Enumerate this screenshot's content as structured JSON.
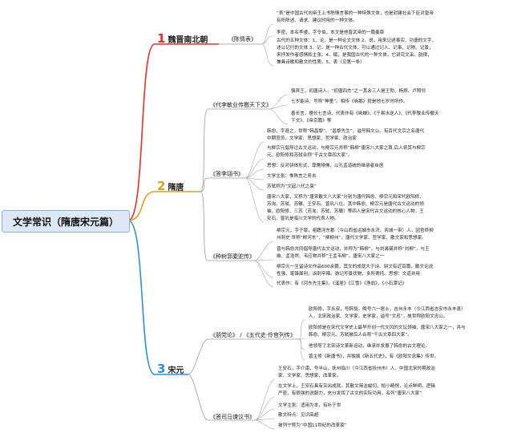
{
  "root": "文学常识（隋唐宋元篇）",
  "branches": [
    {
      "number": "1",
      "name": "魏晋南北朝",
      "color": "#e0312b",
      "topics": [
        {
          "title": "《陈情表》",
          "leaves": [
            [
              "“表”是中国古代向帝王上书陈情言事的一种特殊文体，也是封建社会下臣对皇帝",
              "有所陈述、请求、建议时用的一种文体。"
            ],
            [
              "李密，本名李虔，字令伯，本文是他晋武帝的一篇奏章"
            ],
            [
              "古代的五种文体：1、论，是一种论文文体 2、说，用来记述事实、功德的文字，",
              "述公记行的文体 3、记，是一种古代文体，可以通过记人、记事、记物、记景，",
              "来抒发作者感情和主张。4、赋，是我国古代的一种文体，它讲究文采、韵律，",
              "兼具诗歌和散文的性质。5、表（见第一条）"
            ]
          ]
        }
      ]
    },
    {
      "number": "2",
      "name": "隋唐",
      "color": "#d8a31c",
      "topics": [
        {
          "title": "《代李敏业传檄天下文》",
          "leaves": [
            [
              "骆宾王，初唐诗人，“初唐四杰”之一其余三人是王勃、杨炯、卢照邻"
            ],
            [
              "七岁能诗，号称“神童”。相传《咏鹅》就是他七岁时所作。"
            ],
            [
              "善长言，擅长七言诗，代表作有《咏蝉》、《于易水送人》、《代李敬业传檄天",
              "下文》、《帝京篇》等"
            ]
          ]
        },
        {
          "title": "《答李翊书》",
          "leaves": [
            [
              "韩愈，字退之，世称“韩昌黎”、“昌黎先生”，谥号韩文公。有百代文宗之名唐代",
              "中期官员，文学家、思想家、哲学家、政治家"
            ],
            [
              "与柳宗元倡导过古文运动，与柳宗元并称“韩柳”唐宋八大家之首,后人将其与柳宗",
              "元、欧阳修和苏轼合称“千古文章四大家”。"
            ],
            [
              "思想：反对骈体形式，尊儒排佛，以孔孟道统的继承者自居"
            ],
            [
              "文学主张：惟陈言之务去"
            ],
            [
              "苏轼称为“文起八代之衰”"
            ],
            [
              "唐宋八大家，又称为“唐宋散文八大家”分别为唐代韩愈、柳宗元和宋代欧阳修、",
              "苏洵、苏轼、苏辙、王安石、曾巩八位。其中韩愈、柳宗元是唐代古文运动的领",
              "袖，欧阳修、三苏（苏洵、苏轼、苏辙）等四人是宋代古文运动的核心人物，王",
              "安石、曾巩是临川文学的代表人物。"
            ]
          ]
        },
        {
          "title": "《种树郭橐驼传》",
          "leaves": [
            [
              "柳宗元，字子厚，祖籍河东郡（今山西省运城市永济、芮城一带）人，因官终柳",
              "州刺史 世称“柳河东”、“柳柳州”，唐代文学家、哲学家、散文家和思想家。"
            ],
            [
              "曾与韩愈共同倡导唐代古文运动，并称为“韩柳”。与刘禹锡并称“刘柳”，与王",
              "维、孟浩然、韦应物并称“王孟韦柳”。唐宋八大家之一"
            ],
            [
              "柳宗元一生留诗文作品600余篇，其文的成就大于诗。骈文有近百篇，散文论说",
              "性强，笔锋犀利，讽刺辛辣。游记写景状物，多所寄托。思想：文道并用"
            ],
            [
              "代表作：有《河东先生集》，《溪居》《江雪》《渔翁》，《小石潭记》"
            ]
          ]
        }
      ]
    },
    {
      "number": "3",
      "name": "宋元",
      "color": "#2e8fd6",
      "topics": [
        {
          "title": "《朋党论》 / 《五代史·伶官列传》",
          "leaves": [
            [
              "欧阳修，字永叔，号醉翁，晚号六一居士，吉州永丰（今江西省吉安市永丰县）",
              "人，北宋政治家、文学家，史学家，谥号“文忠”，故世称欧阳文忠公。"
            ],
            [
              "欧阳修是在宋代文学史上最早开创一代文风的文坛领袖，唐宋八大家之一，并与",
              "韩愈、柳宗元、苏轼被后人合称“千古文章四大家”。"
            ],
            [
              "他领导了北宋诗文革新运动，继承并发展了韩愈的古文理论。"
            ],
            [
              "曾主修《新唐书》，并独撰《新五代史》，有《欧阳文忠集》传世。"
            ]
          ]
        },
        {
          "title": "《答司马谏议书》",
          "leaves": [
            [
              "王安石，字介甫，号半山，抚州临川（今江西省抚州市）人，中国北宋时期政治",
              "家、文学家、思想家、改革家。"
            ],
            [
              "在文学上，王安石具有突出成就。其散文简洁峻切，短小精悍，论点鲜明，逻辑",
              "严密，有很强的说服力，充分发挥了古文的实际功用，名列“唐宋八大家”"
            ],
            [
              "文学主张：适用为本，有补于世"
            ],
            [
              "散文特点：见识高超"
            ],
            [
              "被列宁称为“中国11世纪的改革家”"
            ]
          ]
        }
      ]
    }
  ]
}
